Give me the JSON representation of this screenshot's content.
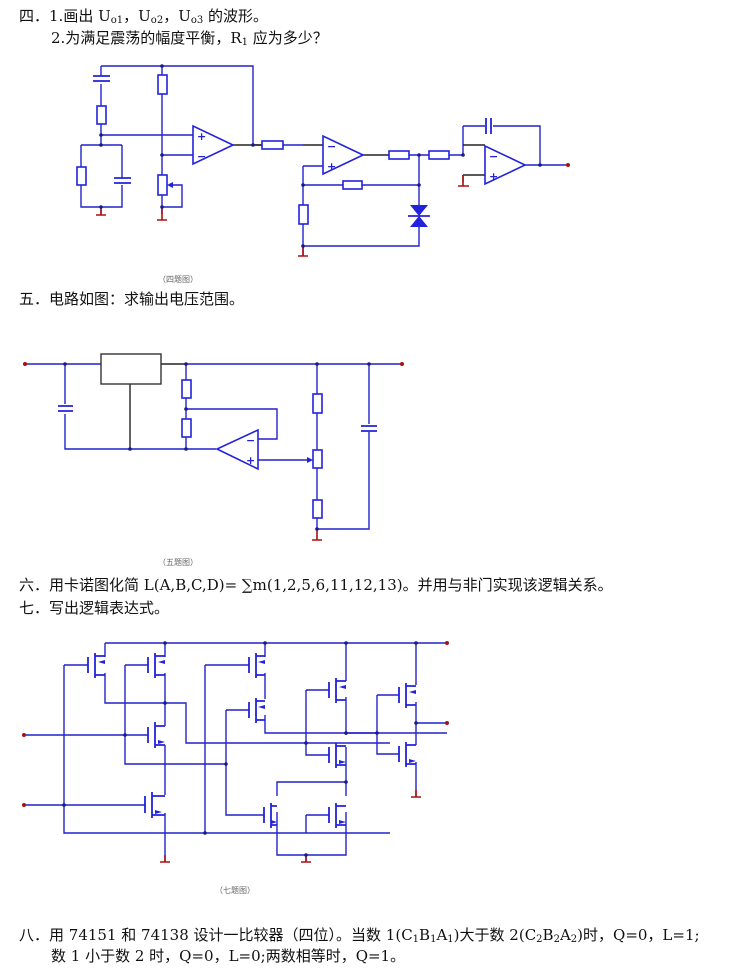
{
  "q4": {
    "number": "四．",
    "line1_prefix": "1.画出 U",
    "sub1": "o1",
    "sep1": "，U",
    "sub2": "o2",
    "sep2": "，U",
    "sub3": "o3",
    "line1_suffix": " 的波形。",
    "line2_prefix": "2.为满足震荡的幅度平衡，R",
    "line2_sub": "1",
    "line2_suffix": " 应为多少？",
    "caption": "（四题图）"
  },
  "q5": {
    "number": "五．",
    "text": "电路如图：求输出电压范围。",
    "caption": "（五题图）"
  },
  "q6": {
    "number": "六．",
    "text": "用卡诺图化简 L(A,B,C,D)= ∑m(1,2,5,6,11,12,13)。并用与非门实现该逻辑关系。"
  },
  "q7": {
    "number": "七．",
    "text": "写出逻辑表达式。",
    "caption": "（七题图）"
  },
  "q8": {
    "number": "八．",
    "line1_a": "用 74151 和 74138 设计一比较器（四位）。当数 1(C",
    "s1": "1",
    "t1": "B",
    "s2": "1",
    "t2": "A",
    "s3": "1",
    "line1_b": ")大于数 2(C",
    "s4": "2",
    "t4": "B",
    "s5": "2",
    "t5": "A",
    "s6": "2",
    "line1_c": ")时，Q=0，L=1;",
    "line2": "数 1 小于数 2 时，Q=0，L=0;两数相等时，Q=1。"
  },
  "symbols": {
    "plus": "+",
    "minus": "−"
  },
  "colors": {
    "wire": "#2222cc",
    "ground": "#aa1111",
    "text": "#111111"
  }
}
